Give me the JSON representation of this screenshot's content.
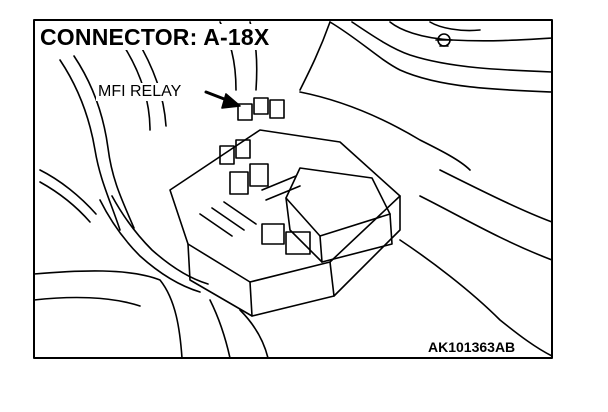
{
  "title": "CONNECTOR: A-18X",
  "callout_label": "MFI RELAY",
  "figure_id": "AK101363AB",
  "colors": {
    "line": "#000000",
    "background": "#ffffff"
  },
  "icons": [
    "arrow-icon",
    "cap-symbol-icon"
  ]
}
